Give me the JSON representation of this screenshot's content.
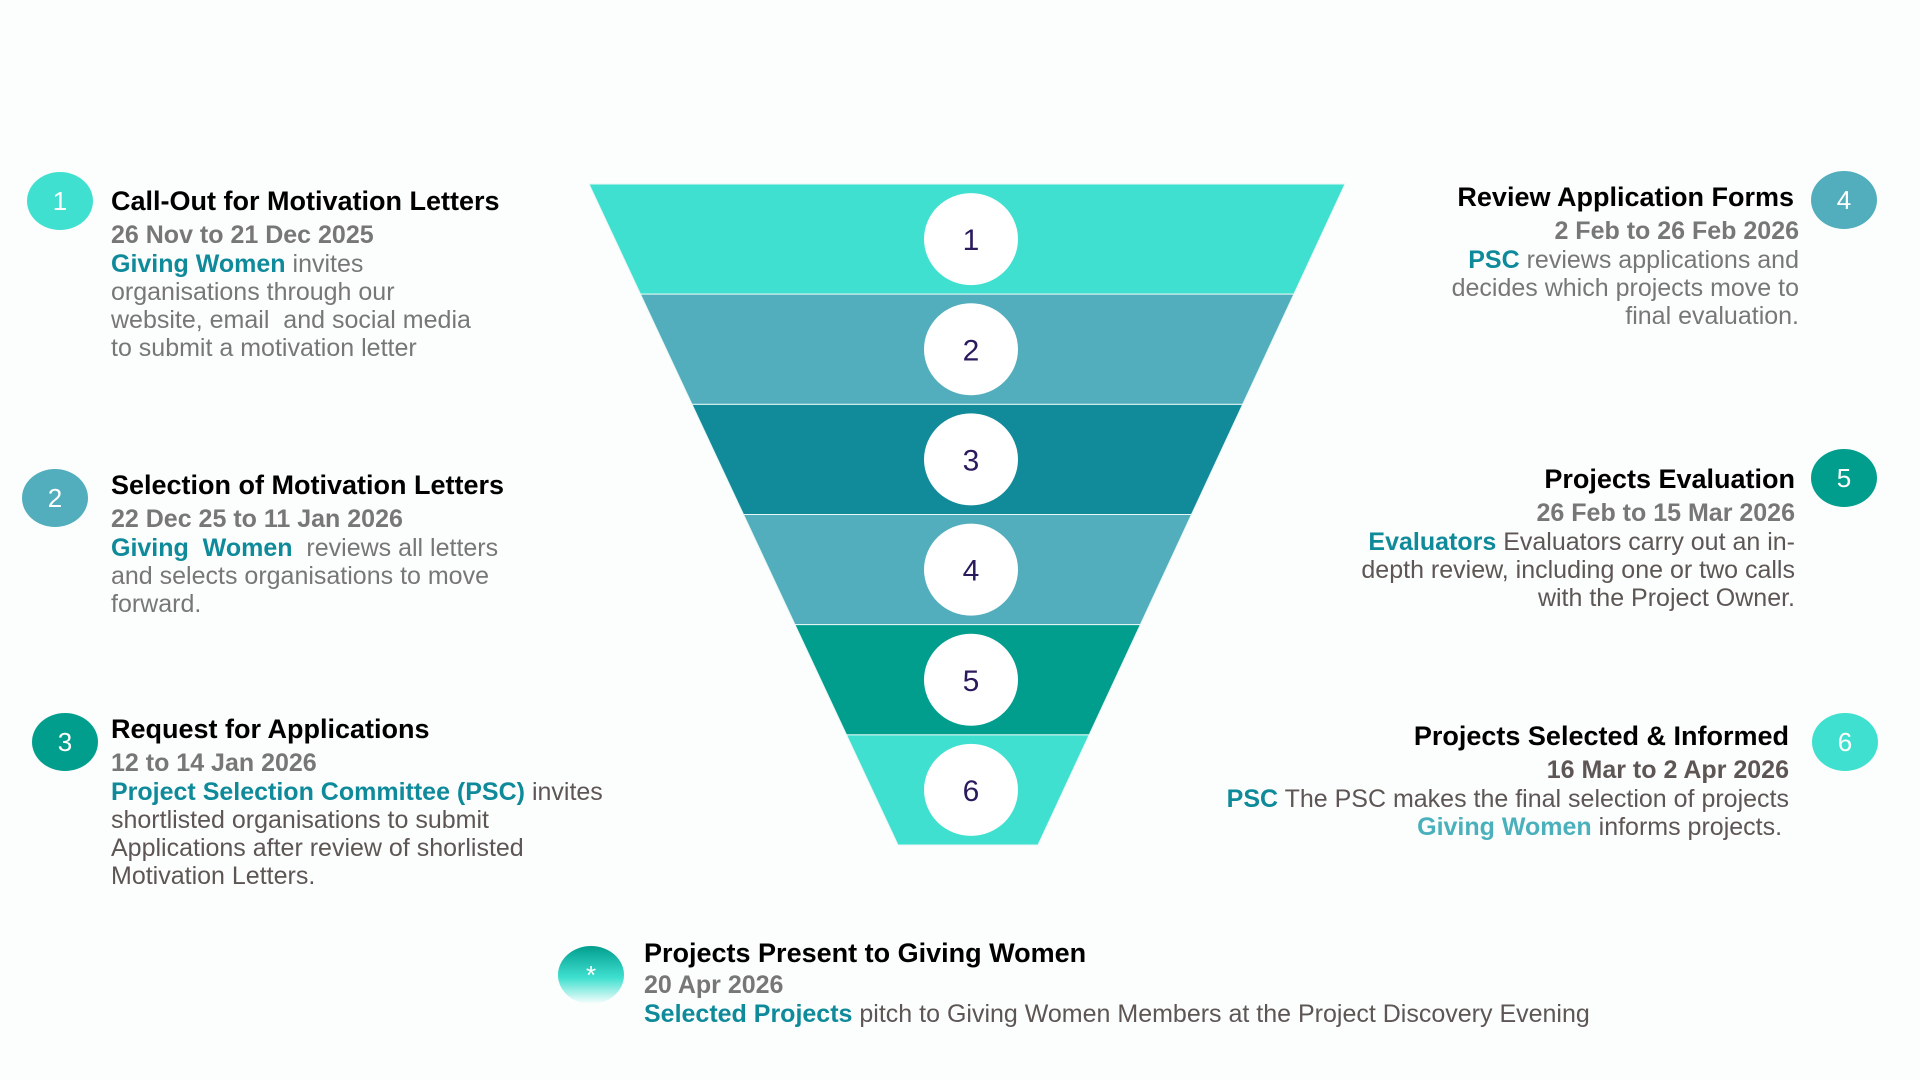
{
  "colors": {
    "turquoise": "#40E0D0",
    "steel": "#52AEBC",
    "teal_dark": "#118A9A",
    "green_teal": "#019E8E",
    "highlight": "#0F8A9A"
  },
  "funnel": {
    "levels": [
      {
        "label": "1",
        "color": "#40E0D0"
      },
      {
        "label": "2",
        "color": "#52AEBC"
      },
      {
        "label": "3",
        "color": "#118A9A"
      },
      {
        "label": "4",
        "color": "#52AEBC"
      },
      {
        "label": "5",
        "color": "#019E8E"
      },
      {
        "label": "6",
        "color": "#40E0D0"
      }
    ]
  },
  "steps": [
    {
      "num": "1",
      "title": "Call-Out for Motivation Letters",
      "date": "26 Nov to 21 Dec 2025",
      "highlight": "Giving Women",
      "lines": [
        "invites",
        "organisations through our",
        "website, email  and social media",
        "to submit a motivation letter"
      ]
    },
    {
      "num": "2",
      "title": "Selection of Motivation Letters",
      "date": "22 Dec 25 to 11 Jan 2026",
      "highlight": "Giving  Women",
      "lines": [
        "reviews all letters",
        "and selects organisations to move",
        "forward."
      ]
    },
    {
      "num": "3",
      "title": "Request for Applications",
      "date": "12 to 14 Jan 2026",
      "highlight": "Project Selection Committee (PSC)",
      "lines": [
        "invites",
        "shortlisted organisations to submit",
        "Applications after review of shorlisted",
        "Motivation Letters."
      ]
    },
    {
      "num": "4",
      "title": "Review Application Forms",
      "date": "2 Feb to 26 Feb 2026",
      "highlight": "PSC",
      "lines": [
        "reviews applications and",
        "decides which projects move to",
        "final evaluation."
      ]
    },
    {
      "num": "5",
      "title": "Projects Evaluation",
      "date": "26 Feb to 15 Mar 2026",
      "highlight": "Evaluators",
      "lines": [
        "Evaluators carry out an in-",
        "depth review, including one or two calls",
        "with the Project Owner."
      ]
    },
    {
      "num": "6",
      "title": "Projects Selected & Informed",
      "date": "16 Mar to 2 Apr 2026",
      "highlight": "PSC",
      "lines": [
        "The PSC makes the final selection of projects"
      ],
      "highlight2": "Giving Women",
      "lines2": "informs projects."
    }
  ],
  "final": {
    "num": "*",
    "title": "Projects Present to Giving Women",
    "date": "20 Apr 2026",
    "highlight": "Selected Projects",
    "text": "pitch to Giving Women Members at the Project Discovery Evening"
  }
}
